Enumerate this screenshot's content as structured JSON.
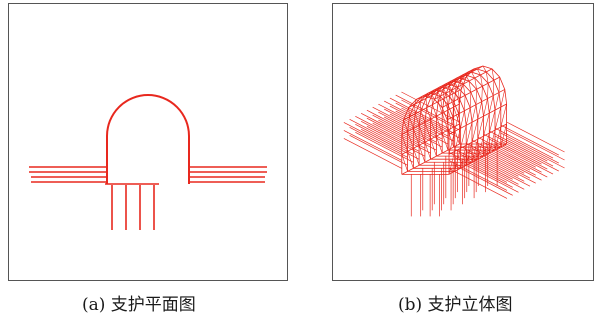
{
  "figure": {
    "line_color": "#e8281e",
    "panels": [
      {
        "id": "a",
        "caption": "(a) 支护平面图"
      },
      {
        "id": "b",
        "caption": "(b) 支护立体图"
      }
    ]
  }
}
